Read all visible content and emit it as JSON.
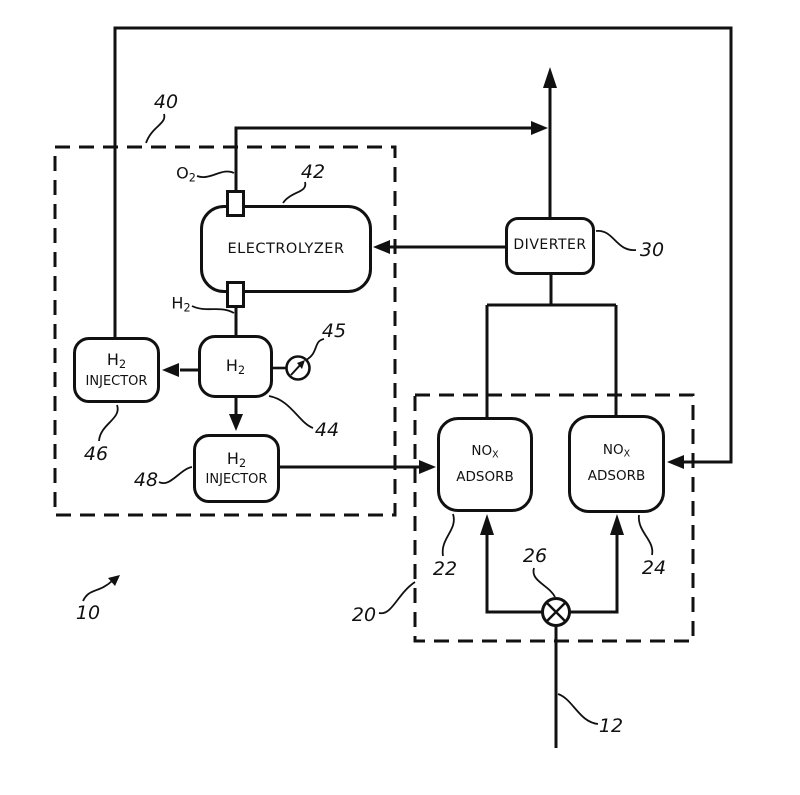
{
  "colors": {
    "ink": "#111111",
    "background": "#ffffff"
  },
  "blocks": {
    "electrolyzer": {
      "label": "ELECTROLYZER"
    },
    "diverter": {
      "label": "DIVERTER"
    },
    "h2_tank": {
      "formula_base": "H",
      "formula_sub": "2"
    },
    "h2_injector_a": {
      "formula_base": "H",
      "formula_sub": "2",
      "label": "INJECTOR"
    },
    "h2_injector_b": {
      "formula_base": "H",
      "formula_sub": "2",
      "label": "INJECTOR"
    },
    "nox_adsorber_a": {
      "formula_base": "NO",
      "formula_sub": "X",
      "label": "ADSORB"
    },
    "nox_adsorber_b": {
      "formula_base": "NO",
      "formula_sub": "X",
      "label": "ADSORB"
    }
  },
  "stream_labels": {
    "o2": {
      "base": "O",
      "sub": "2"
    },
    "h2": {
      "base": "H",
      "sub": "2"
    }
  },
  "ref_numerals": {
    "system": "10",
    "exhaust_inlet": "12",
    "adsorber_assembly": "20",
    "adsorber_a": "22",
    "adsorber_b": "24",
    "inlet_valve": "26",
    "diverter": "30",
    "h2_generation_unit": "40",
    "electrolyzer": "42",
    "h2_tank": "44",
    "pressure_gauge": "45",
    "h2_injector_a": "46",
    "h2_injector_b": "48"
  }
}
